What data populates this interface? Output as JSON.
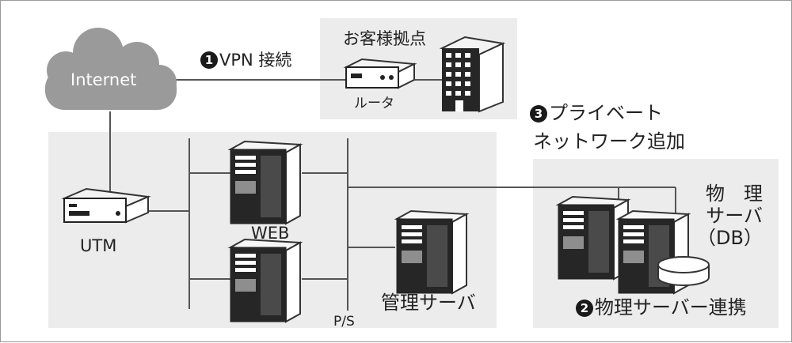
{
  "labels": {
    "internet": "Internet",
    "vpn_num": "1",
    "vpn": "VPN 接続",
    "site": "お客様拠点",
    "router": "ルータ",
    "priv_num": "3",
    "priv_line1": "プライベート",
    "priv_line2": "ネットワーク追加",
    "utm": "UTM",
    "web": "WEB",
    "ps": "P/S",
    "mgmt": "管理サーバ",
    "phys_line1": "物　理",
    "phys_line2": "サーバ",
    "phys_line3": "（DB）",
    "link_num": "2",
    "link": "物理サーバー連携"
  },
  "colors": {
    "zone": "#ececec",
    "cloud": "#9a9a9a",
    "line": "#555555",
    "server_light": "#f4f4f4",
    "server_dark": "#1f1f1f"
  }
}
